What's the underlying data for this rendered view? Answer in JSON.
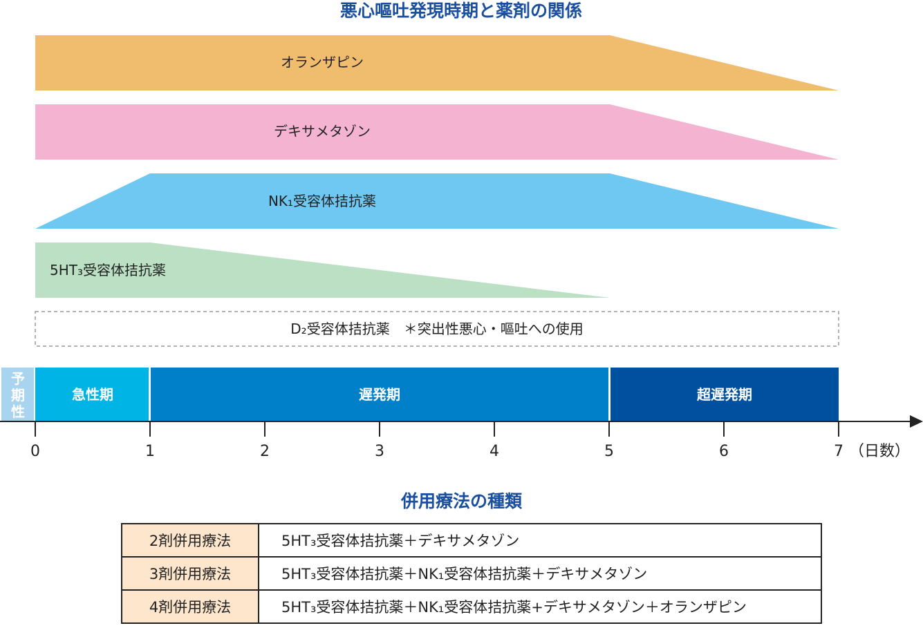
{
  "title": "悪心嘔吐発現時期と薬剤の関係",
  "colors": {
    "olanzapine": "#f0bc6e",
    "dexamethasone": "#f3b3d1",
    "nk1": "#6fc8f2",
    "ht3": "#bce0c3",
    "pre": "#a8d4f0",
    "acute": "#00b4e6",
    "delayed": "#0080c8",
    "very_delayed": "#0050a0"
  },
  "chart_data": {
    "type": "area",
    "title": "悪心嘔吐発現時期と薬剤の関係",
    "xlabel": "（日数）",
    "x_ticks": [
      "0",
      "1",
      "2",
      "3",
      "4",
      "5",
      "6",
      "7"
    ],
    "xlim": [
      0,
      7
    ],
    "series": [
      {
        "name": "オランザピン",
        "points": [
          [
            0,
            1
          ],
          [
            5,
            1
          ],
          [
            7,
            0
          ]
        ]
      },
      {
        "name": "デキサメタゾン",
        "points": [
          [
            0,
            1
          ],
          [
            5,
            1
          ],
          [
            7,
            0
          ]
        ]
      },
      {
        "name": "NK₁受容体拮抗薬",
        "points": [
          [
            0,
            0
          ],
          [
            1,
            1
          ],
          [
            5,
            1
          ],
          [
            7,
            0
          ]
        ]
      },
      {
        "name": "5HT₃受容体拮抗薬",
        "points": [
          [
            0,
            1
          ],
          [
            1,
            1
          ],
          [
            5,
            0
          ]
        ]
      }
    ],
    "d2_note": "D₂受容体拮抗薬　＊突出性悪心・嘔吐への使用",
    "phases": [
      {
        "name": "予期性",
        "range": [
          -0.3,
          0
        ]
      },
      {
        "name": "急性期",
        "range": [
          0,
          1
        ]
      },
      {
        "name": "遅発期",
        "range": [
          1,
          5
        ]
      },
      {
        "name": "超遅発期",
        "range": [
          5,
          7
        ]
      }
    ]
  },
  "table": {
    "title": "併用療法の種類",
    "rows": [
      {
        "name": "2剤併用療法",
        "drugs": "5HT₃受容体拮抗薬＋デキサメタゾン"
      },
      {
        "name": "3剤併用療法",
        "drugs": "5HT₃受容体拮抗薬＋NK₁受容体拮抗薬＋デキサメタゾン"
      },
      {
        "name": "4剤併用療法",
        "drugs": "5HT₃受容体拮抗薬＋NK₁受容体拮抗薬+デキサメタゾン＋オランザピン"
      }
    ]
  }
}
